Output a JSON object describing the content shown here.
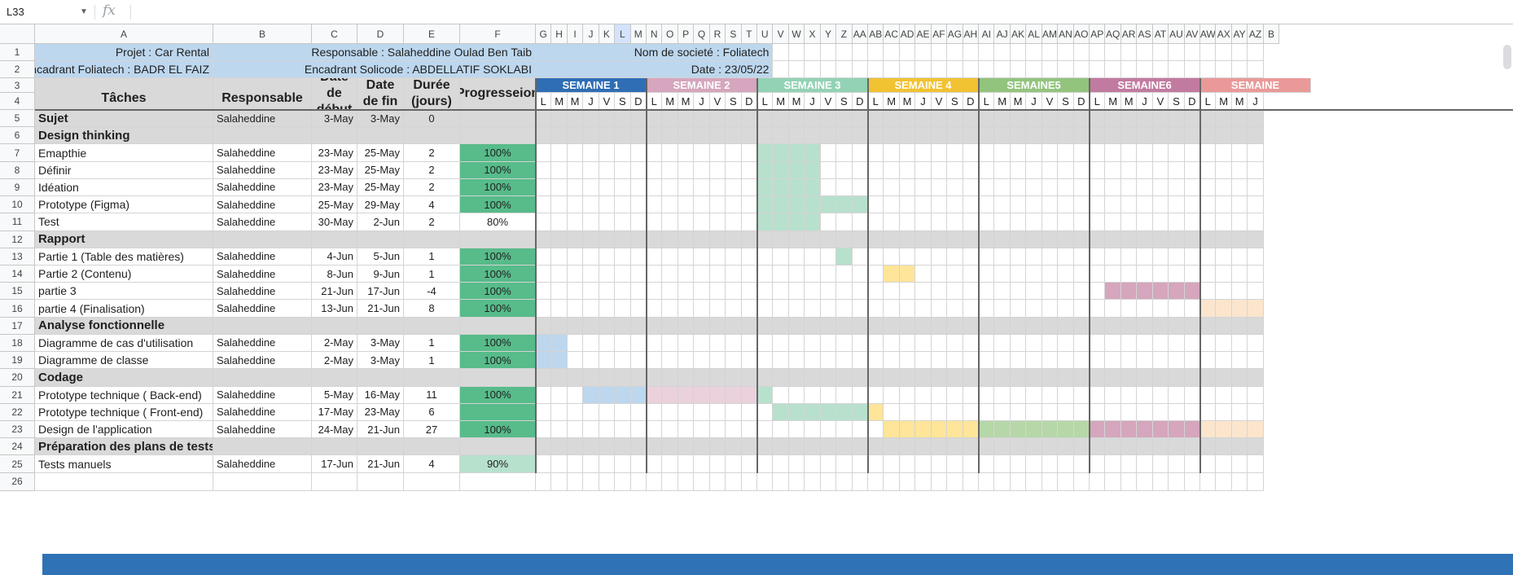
{
  "name_box": {
    "value": "L33",
    "dropdown_icon": "chevron-down-icon"
  },
  "formula_bar": {
    "fx_label": "fx",
    "content": ""
  },
  "column_headers": [
    "A",
    "B",
    "C",
    "D",
    "E",
    "F",
    "G",
    "H",
    "I",
    "J",
    "K",
    "L",
    "M",
    "N",
    "O",
    "P",
    "Q",
    "R",
    "S",
    "T",
    "U",
    "V",
    "W",
    "X",
    "Y",
    "Z",
    "AA",
    "AB",
    "AC",
    "AD",
    "AE",
    "AF",
    "AG",
    "AH",
    "AI",
    "AJ",
    "AK",
    "AL",
    "AM",
    "AN",
    "AO",
    "AP",
    "AQ",
    "AR",
    "AS",
    "AT",
    "AU",
    "AV",
    "AW",
    "AX",
    "AY",
    "AZ",
    "B"
  ],
  "selected_column": "L",
  "row_numbers": [
    "1",
    "2",
    "3",
    "4",
    "5",
    "6",
    "7",
    "8",
    "9",
    "10",
    "11",
    "12",
    "13",
    "14",
    "15",
    "16",
    "17",
    "18",
    "19",
    "20",
    "21",
    "22",
    "23",
    "24",
    "25",
    "26"
  ],
  "header_info": {
    "projet": "Projet : Car Rental",
    "encadrant_foliatech": "Encadrant Foliatech : BADR EL FAIZ",
    "responsable": "Responsable : Salaheddine Oulad Ben Taib",
    "encadrant_solicode": "Encadrant Solicode : ABDELLATIF SOKLABI",
    "societe": "Nom de societé : Foliatech",
    "date": "Date : 23/05/22"
  },
  "table_headers": {
    "taches": "Tâches",
    "responsable": "Responsable",
    "date_debut": "Date de début",
    "date_fin": "Date de fin",
    "duree": "Durée (jours)",
    "progression": "Progresseion"
  },
  "weeks": [
    {
      "label": "SEMAINE 1",
      "color": "#2f6eb5"
    },
    {
      "label": "SEMAINE 2",
      "color": "#d5a6bd"
    },
    {
      "label": "SEMAINE 3",
      "color": "#93d2b5"
    },
    {
      "label": "SEMAINE 4",
      "color": "#f1c232"
    },
    {
      "label": "SEMAINE5",
      "color": "#93c47d"
    },
    {
      "label": "SEMAINE6",
      "color": "#c27ba0"
    },
    {
      "label": "SEMAINE",
      "color": "#ea9999"
    }
  ],
  "day_letters": [
    "L",
    "M",
    "M",
    "J",
    "V",
    "S",
    "D"
  ],
  "rows": [
    {
      "task": "Sujet",
      "section": true,
      "owner": "Salaheddine",
      "start": "3-May",
      "end": "3-May",
      "duration": "0",
      "progress": "",
      "progress_color": ""
    },
    {
      "task": "Design thinking",
      "section": true,
      "owner": "",
      "start": "",
      "end": "",
      "duration": "",
      "progress": "",
      "progress_color": ""
    },
    {
      "task": "Emapthie",
      "section": false,
      "owner": "Salaheddine",
      "start": "23-May",
      "end": "25-May",
      "duration": "2",
      "progress": "100%",
      "progress_color": "#57bb8a"
    },
    {
      "task": "Définir",
      "section": false,
      "owner": "Salaheddine",
      "start": "23-May",
      "end": "25-May",
      "duration": "2",
      "progress": "100%",
      "progress_color": "#57bb8a"
    },
    {
      "task": "Idéation",
      "section": false,
      "owner": "Salaheddine",
      "start": "23-May",
      "end": "25-May",
      "duration": "2",
      "progress": "100%",
      "progress_color": "#57bb8a"
    },
    {
      "task": "Prototype (Figma)",
      "section": false,
      "owner": "Salaheddine",
      "start": "25-May",
      "end": "29-May",
      "duration": "4",
      "progress": "100%",
      "progress_color": "#57bb8a"
    },
    {
      "task": "Test",
      "section": false,
      "owner": "Salaheddine",
      "start": "30-May",
      "end": "2-Jun",
      "duration": "2",
      "progress": "80%",
      "progress_color": "#ffffff"
    },
    {
      "task": "Rapport",
      "section": true,
      "owner": "",
      "start": "",
      "end": "",
      "duration": "",
      "progress": "",
      "progress_color": ""
    },
    {
      "task": "Partie 1 (Table des matières)",
      "section": false,
      "owner": "Salaheddine",
      "start": "4-Jun",
      "end": "5-Jun",
      "duration": "1",
      "progress": "100%",
      "progress_color": "#57bb8a"
    },
    {
      "task": "Partie 2 (Contenu)",
      "section": false,
      "owner": "Salaheddine",
      "start": "8-Jun",
      "end": "9-Jun",
      "duration": "1",
      "progress": "100%",
      "progress_color": "#57bb8a"
    },
    {
      "task": "partie 3",
      "section": false,
      "owner": "Salaheddine",
      "start": "21-Jun",
      "end": "17-Jun",
      "duration": "-4",
      "progress": "100%",
      "progress_color": "#57bb8a"
    },
    {
      "task": "partie 4 (Finalisation)",
      "section": false,
      "owner": "Salaheddine",
      "start": "13-Jun",
      "end": "21-Jun",
      "duration": "8",
      "progress": "100%",
      "progress_color": "#57bb8a"
    },
    {
      "task": "Analyse fonctionnelle",
      "section": true,
      "owner": "",
      "start": "",
      "end": "",
      "duration": "",
      "progress": "",
      "progress_color": ""
    },
    {
      "task": "Diagramme de cas d'utilisation",
      "section": false,
      "owner": "Salaheddine",
      "start": "2-May",
      "end": "3-May",
      "duration": "1",
      "progress": "100%",
      "progress_color": "#57bb8a"
    },
    {
      "task": "Diagramme de classe",
      "section": false,
      "owner": "Salaheddine",
      "start": "2-May",
      "end": "3-May",
      "duration": "1",
      "progress": "100%",
      "progress_color": "#57bb8a"
    },
    {
      "task": "Codage",
      "section": true,
      "owner": "",
      "start": "",
      "end": "",
      "duration": "",
      "progress": "",
      "progress_color": ""
    },
    {
      "task": "Prototype technique ( Back-end)",
      "section": false,
      "owner": "Salaheddine",
      "start": "5-May",
      "end": "16-May",
      "duration": "11",
      "progress": "100%",
      "progress_color": "#57bb8a"
    },
    {
      "task": "Prototype technique ( Front-end)",
      "section": false,
      "owner": "Salaheddine",
      "start": "17-May",
      "end": "23-May",
      "duration": "6",
      "progress": "",
      "progress_color": "#57bb8a"
    },
    {
      "task": "Design de l'application",
      "section": false,
      "owner": "Salaheddine",
      "start": "24-May",
      "end": "21-Jun",
      "duration": "27",
      "progress": "100%",
      "progress_color": "#57bb8a"
    },
    {
      "task": "Préparation des plans de tests",
      "section": true,
      "owner": "",
      "start": "",
      "end": "",
      "duration": "",
      "progress": "",
      "progress_color": ""
    },
    {
      "task": "Tests manuels",
      "section": false,
      "owner": "Salaheddine",
      "start": "17-Jun",
      "end": "21-Jun",
      "duration": "4",
      "progress": "90%",
      "progress_color": "#b7e1cd"
    }
  ],
  "gantt_fills": [
    {
      "row": 7,
      "from": 14,
      "to": 17,
      "color": "#b7e1cd"
    },
    {
      "row": 8,
      "from": 14,
      "to": 17,
      "color": "#b7e1cd"
    },
    {
      "row": 9,
      "from": 14,
      "to": 17,
      "color": "#b7e1cd"
    },
    {
      "row": 10,
      "from": 15,
      "to": 20,
      "color": "#b7e1cd"
    },
    {
      "row": 10,
      "from": 14,
      "to": 14,
      "color": "#b7e1cd"
    },
    {
      "row": 11,
      "from": 14,
      "to": 17,
      "color": "#b7e1cd"
    },
    {
      "row": 13,
      "from": 19,
      "to": 19,
      "color": "#b7e1cd"
    },
    {
      "row": 14,
      "from": 22,
      "to": 23,
      "color": "#ffe599"
    },
    {
      "row": 15,
      "from": 36,
      "to": 41,
      "color": "#d5a6bd"
    },
    {
      "row": 16,
      "from": 42,
      "to": 48,
      "color": "#fce5cd"
    },
    {
      "row": 18,
      "from": 0,
      "to": 1,
      "color": "#bdd7ee"
    },
    {
      "row": 19,
      "from": 0,
      "to": 1,
      "color": "#bdd7ee"
    },
    {
      "row": 21,
      "from": 3,
      "to": 6,
      "color": "#bdd7ee"
    },
    {
      "row": 21,
      "from": 7,
      "to": 13,
      "color": "#ead1dc"
    },
    {
      "row": 21,
      "from": 14,
      "to": 14,
      "color": "#b7e1cd"
    },
    {
      "row": 22,
      "from": 15,
      "to": 20,
      "color": "#b7e1cd"
    },
    {
      "row": 22,
      "from": 21,
      "to": 21,
      "color": "#ffe599"
    },
    {
      "row": 23,
      "from": 22,
      "to": 27,
      "color": "#ffe599"
    },
    {
      "row": 23,
      "from": 28,
      "to": 34,
      "color": "#b6d7a8"
    },
    {
      "row": 23,
      "from": 35,
      "to": 41,
      "color": "#d5a6bd"
    },
    {
      "row": 23,
      "from": 42,
      "to": 48,
      "color": "#fce5cd"
    }
  ]
}
